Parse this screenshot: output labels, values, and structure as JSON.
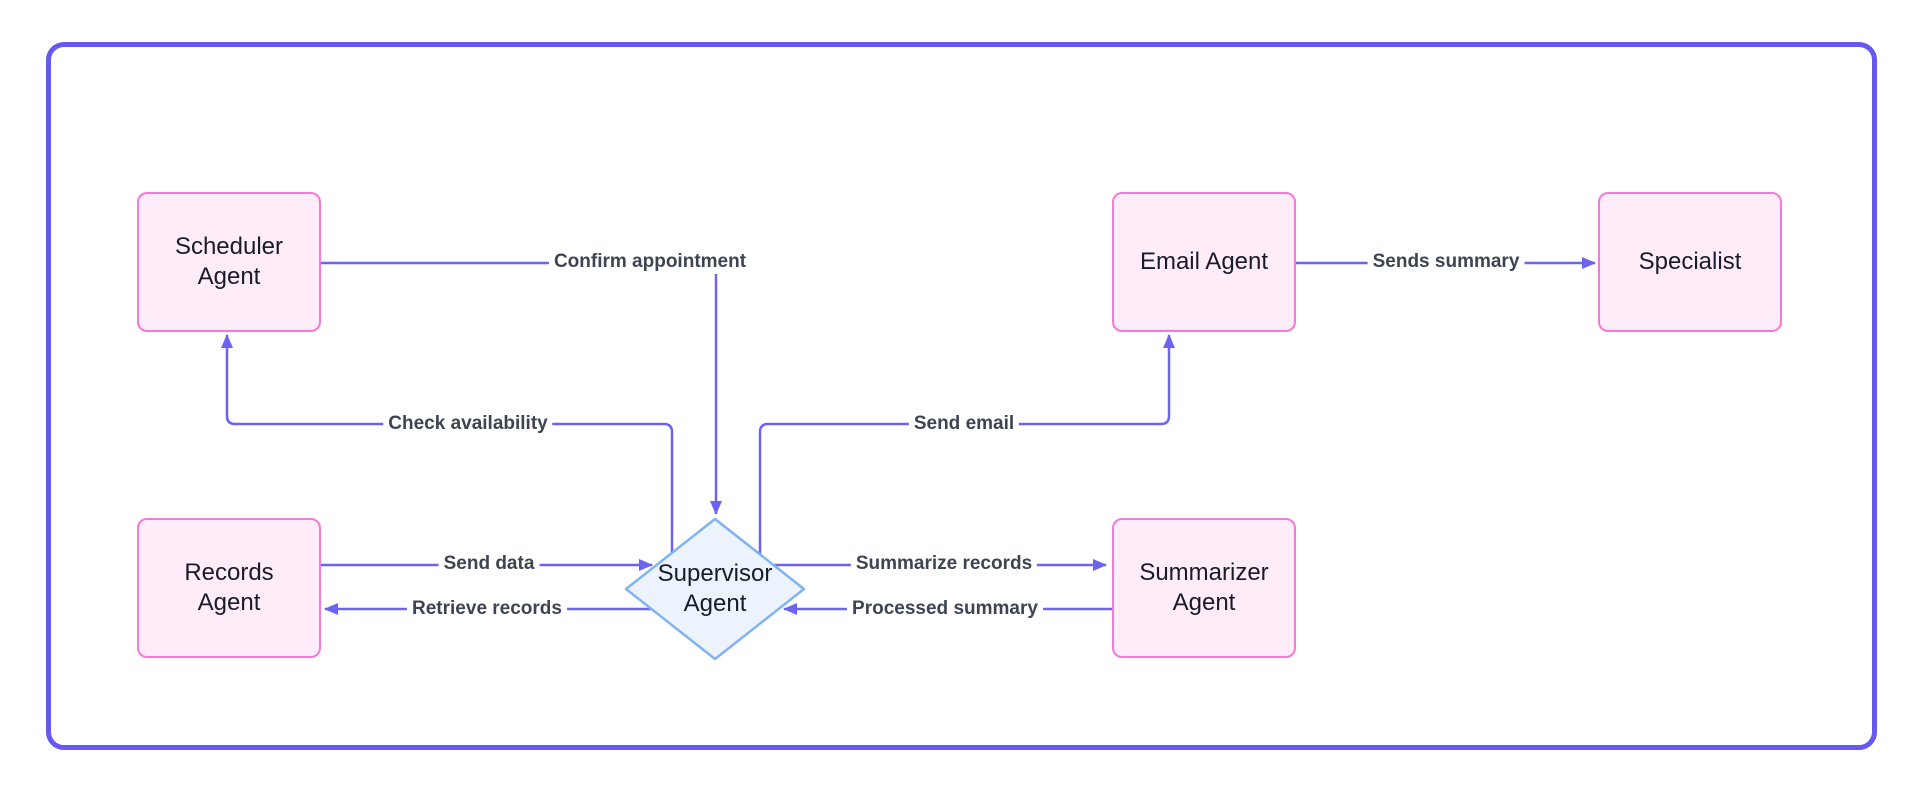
{
  "diagram": {
    "colors": {
      "background": "#ffffff",
      "frame_border": "#6658f2",
      "edge_color": "#6c63f0",
      "node_fill": "#feecf9",
      "node_border": "#f47ad8",
      "decision_fill": "#edf3fc",
      "decision_border": "#80b4f0",
      "node_text": "#181b2a",
      "edge_label_text": "#3e4552"
    },
    "nodes": {
      "scheduler": {
        "label": "Scheduler\nAgent",
        "shape": "rectangle"
      },
      "records": {
        "label": "Records\nAgent",
        "shape": "rectangle"
      },
      "supervisor": {
        "label": "Supervisor\nAgent",
        "shape": "diamond"
      },
      "summarizer": {
        "label": "Summarizer\nAgent",
        "shape": "rectangle"
      },
      "email": {
        "label": "Email Agent",
        "shape": "rectangle"
      },
      "specialist": {
        "label": "Specialist",
        "shape": "rectangle"
      }
    },
    "edges": {
      "confirm_appointment": {
        "label": "Confirm appointment",
        "from": "scheduler",
        "to": "supervisor"
      },
      "check_availability": {
        "label": "Check availability",
        "from": "supervisor",
        "to": "scheduler"
      },
      "send_data": {
        "label": "Send data",
        "from": "records",
        "to": "supervisor"
      },
      "retrieve_records": {
        "label": "Retrieve records",
        "from": "supervisor",
        "to": "records"
      },
      "summarize_records": {
        "label": "Summarize records",
        "from": "supervisor",
        "to": "summarizer"
      },
      "processed_summary": {
        "label": "Processed summary",
        "from": "summarizer",
        "to": "supervisor"
      },
      "send_email": {
        "label": "Send email",
        "from": "supervisor",
        "to": "email"
      },
      "sends_summary": {
        "label": "Sends summary",
        "from": "email",
        "to": "specialist"
      }
    }
  }
}
